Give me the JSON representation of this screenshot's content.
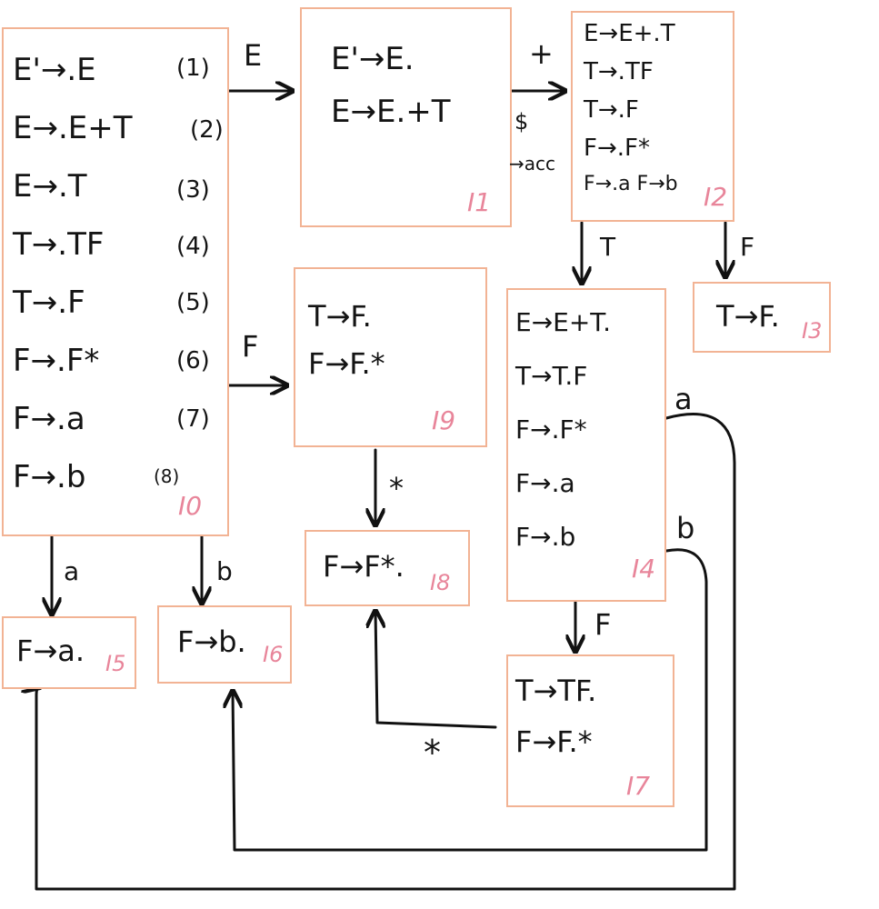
{
  "states": [
    {
      "id": "I0",
      "label": "I0",
      "items": [
        {
          "text": "E'→.E",
          "num": "(1)"
        },
        {
          "text": "E→.E+T",
          "num": "(2)"
        },
        {
          "text": "E→.T",
          "num": "(3)"
        },
        {
          "text": "T→.TF",
          "num": "(4)"
        },
        {
          "text": "T→.F",
          "num": "(5)"
        },
        {
          "text": "F→.F*",
          "num": "(6)"
        },
        {
          "text": "F→.a",
          "num": "(7)"
        },
        {
          "text": "F→.b",
          "num": "(8)"
        }
      ]
    },
    {
      "id": "I1",
      "label": "I1",
      "items": [
        {
          "text": "E'→E."
        },
        {
          "text": "E→E.+T"
        }
      ]
    },
    {
      "id": "I2",
      "label": "I2",
      "items": [
        {
          "text": "E→E+.T"
        },
        {
          "text": "T→.TF"
        },
        {
          "text": "T→.F"
        },
        {
          "text": "F→.F*"
        },
        {
          "text": "F→.a F→b"
        }
      ]
    },
    {
      "id": "I3",
      "label": "I3",
      "items": [
        {
          "text": "T→F."
        }
      ]
    },
    {
      "id": "I4",
      "label": "I4",
      "items": [
        {
          "text": "E→E+T."
        },
        {
          "text": "T→T.F"
        },
        {
          "text": "F→.F*"
        },
        {
          "text": "F→.a"
        },
        {
          "text": "F→.b"
        }
      ]
    },
    {
      "id": "I5",
      "label": "I5",
      "items": [
        {
          "text": "F→a."
        }
      ]
    },
    {
      "id": "I6",
      "label": "I6",
      "items": [
        {
          "text": "F→b."
        }
      ]
    },
    {
      "id": "I7",
      "label": "I7",
      "items": [
        {
          "text": "T→TF."
        },
        {
          "text": "F→F.*"
        }
      ]
    },
    {
      "id": "I8",
      "label": "I8",
      "items": [
        {
          "text": "F→F*."
        }
      ]
    },
    {
      "id": "I9",
      "label": "I9",
      "items": [
        {
          "text": "T→F."
        },
        {
          "text": "F→F.*"
        }
      ]
    }
  ],
  "edge_labels": {
    "i0_i1": "E",
    "i1_i2": "+",
    "i1_accept": "$",
    "accept": "→acc",
    "i2_i4": "T",
    "i2_i3": "F",
    "i0_i9": "F",
    "i9_i8": "*",
    "i0_i5": "a",
    "i0_i6": "b",
    "i4_i5": "a",
    "i4_i6": "b",
    "i4_i7": "F",
    "i7_i8": "*"
  }
}
